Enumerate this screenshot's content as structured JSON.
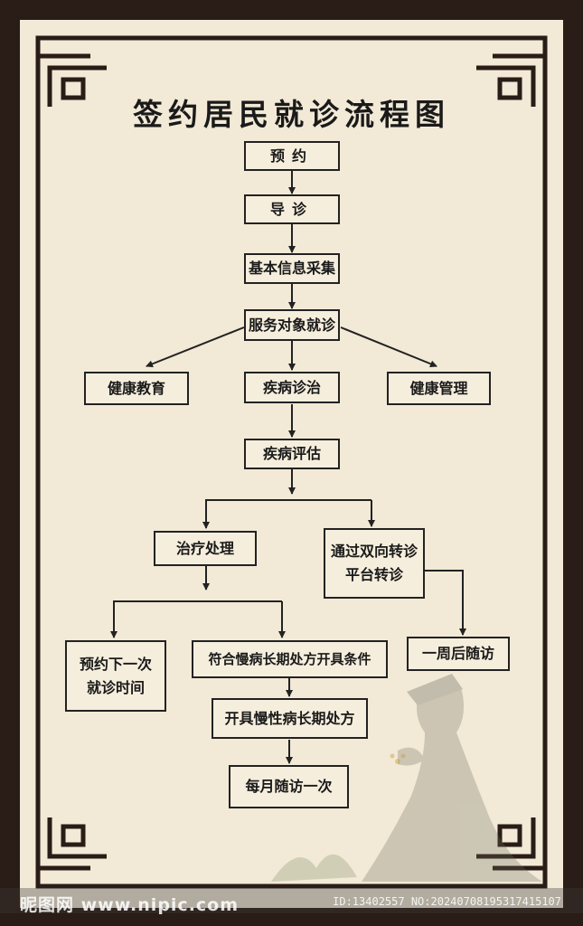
{
  "title": "签约居民就诊流程图",
  "nodes": {
    "appointment": "预约",
    "triage": "导诊",
    "info_collection": "基本信息采集",
    "service_visit": "服务对象就诊",
    "health_education": "健康教育",
    "diagnosis_treatment": "疾病诊治",
    "health_management": "健康管理",
    "disease_assessment": "疾病评估",
    "treatment_handling": "治疗处理",
    "two_way_referral": "通过双向转诊\n平台转诊",
    "next_visit_booking": "预约下一次\n就诊时间",
    "chronic_conditions": "符合慢病长期处方开具条件",
    "followup_one_week": "一周后随访",
    "chronic_prescription": "开具慢性病长期处方",
    "monthly_followup": "每月随访一次"
  },
  "watermark": {
    "site": "昵图网 www.nipic.com",
    "id_text": "ID:13402557 NO:20240708195317415107"
  },
  "colors": {
    "frame": "#2a1c16",
    "board": "#f2e9d6",
    "node_border": "#222222"
  }
}
